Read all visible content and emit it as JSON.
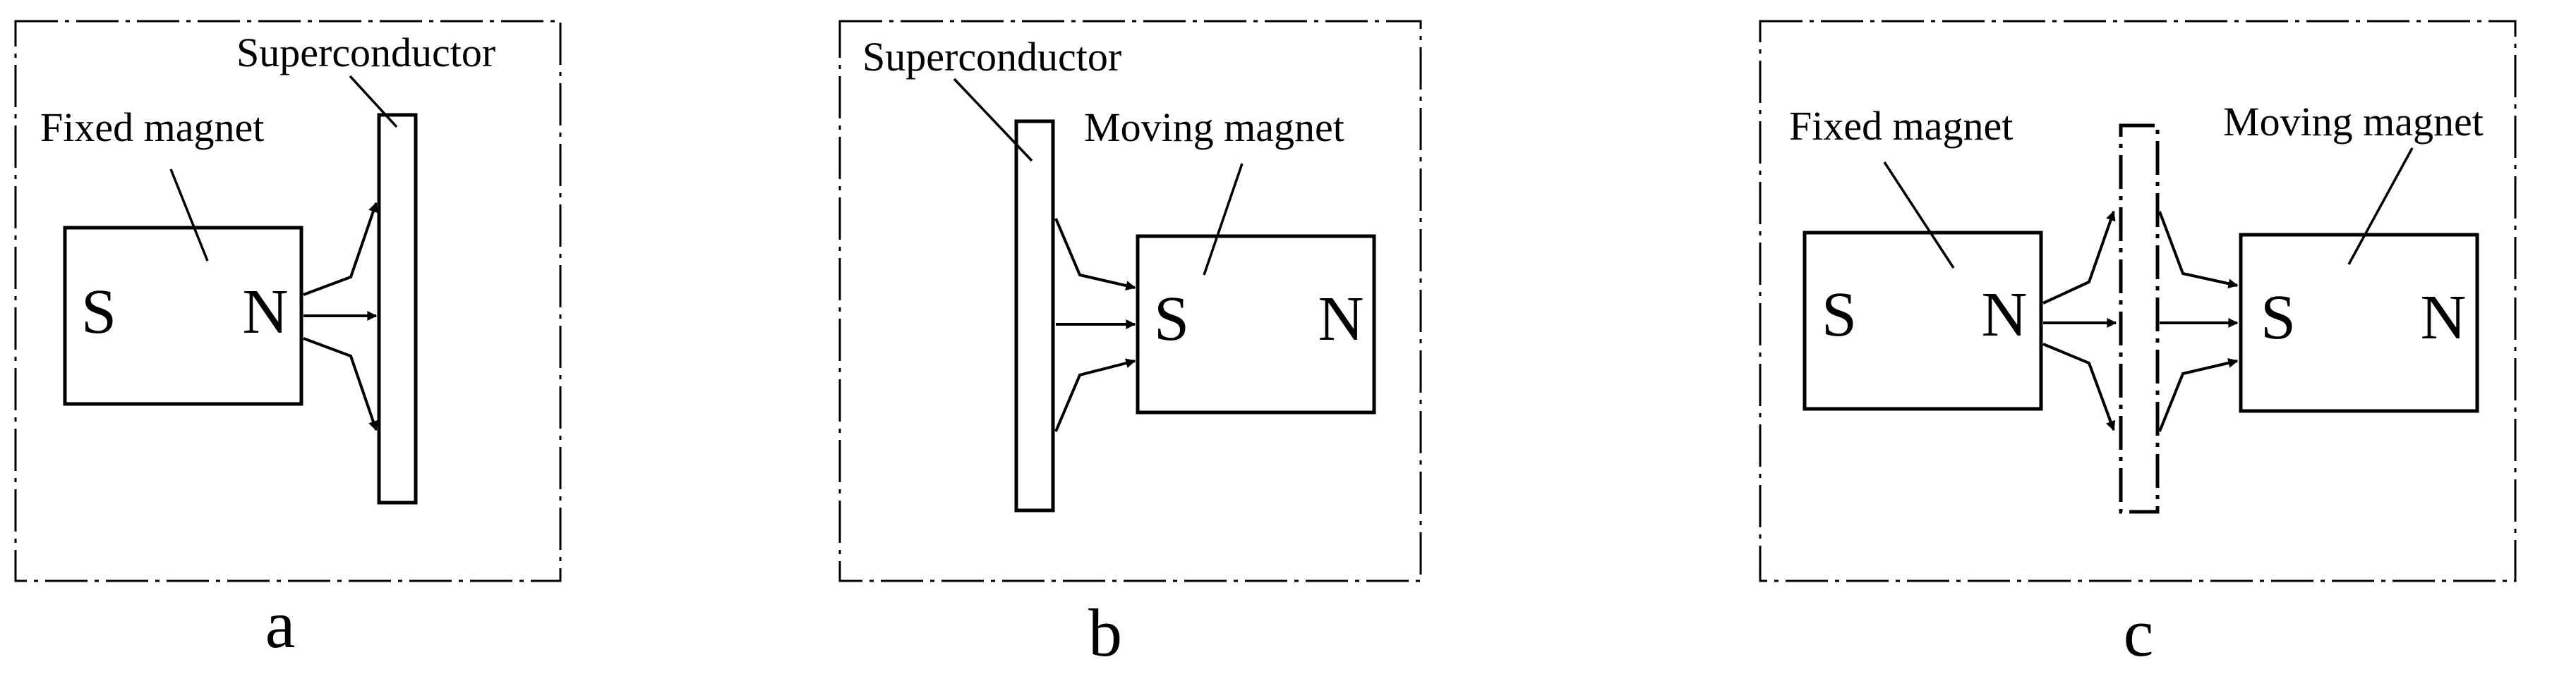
{
  "panels": [
    {
      "caption": "a",
      "labels": {
        "fixed_magnet": "Fixed magnet",
        "superconductor": "Superconductor"
      },
      "poles": {
        "left": "S",
        "right": "N"
      }
    },
    {
      "caption": "b",
      "labels": {
        "superconductor": "Superconductor",
        "moving_magnet": "Moving magnet"
      },
      "poles": {
        "left": "S",
        "right": "N"
      }
    },
    {
      "caption": "c",
      "labels": {
        "fixed_magnet": "Fixed magnet",
        "moving_magnet": "Moving magnet"
      },
      "fixed_poles": {
        "left": "S",
        "right": "N"
      },
      "moving_poles": {
        "left": "S",
        "right": "N"
      }
    }
  ]
}
